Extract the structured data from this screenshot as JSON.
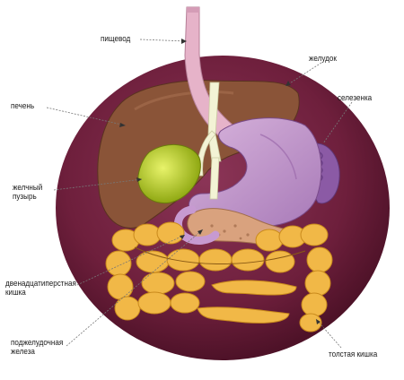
{
  "labels": {
    "esophagus": "пищевод",
    "stomach": "желудок",
    "spleen": "селезенка",
    "liver": "печень",
    "gallbladder": "желчный\nпузырь",
    "duodenum": "двенадцатиперстная\nкишка",
    "pancreas": "поджелудочная\nжелеза",
    "colon": "толстая кишка"
  },
  "colors": {
    "background_disc": "#6e1f3c",
    "liver": "#8a5438",
    "gallbladder": "#b7d21c",
    "stomach": "#c79ad1",
    "spleen": "#8b5aa5",
    "esophagus": "#e6b3c9",
    "intestine": "#f1b847",
    "pancreas": "#d9a27e",
    "bile_duct": "#f3f3d5"
  }
}
